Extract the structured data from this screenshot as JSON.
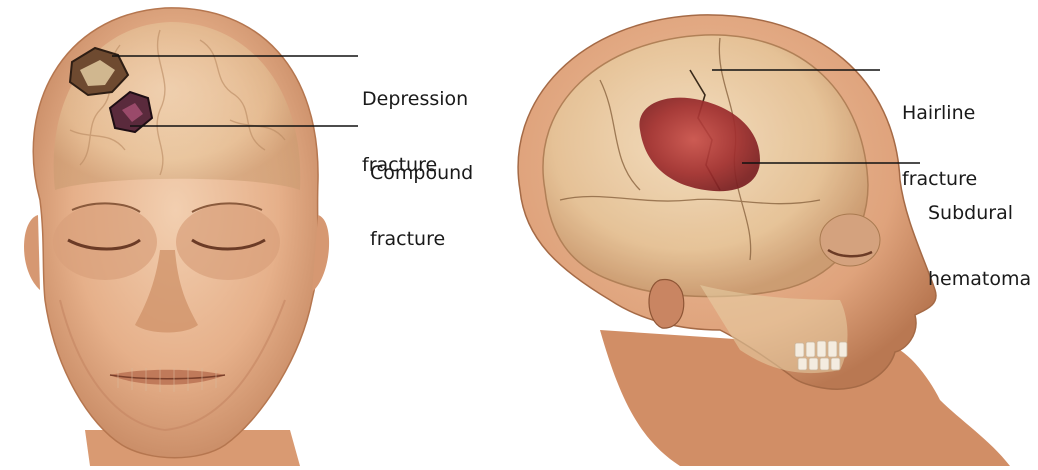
{
  "labels": {
    "depression": [
      "Depression",
      "fracture"
    ],
    "compound": [
      "Compound",
      "fracture"
    ],
    "hairline": [
      "Hairline",
      "fracture"
    ],
    "subdural": [
      "Subdural",
      "hematoma"
    ]
  },
  "colors": {
    "skin": "#e9b48c",
    "skin_shadow": "#c98a63",
    "bone": "#e8cfa6",
    "hematoma": "#9a2a2a",
    "leader": "#111111"
  }
}
